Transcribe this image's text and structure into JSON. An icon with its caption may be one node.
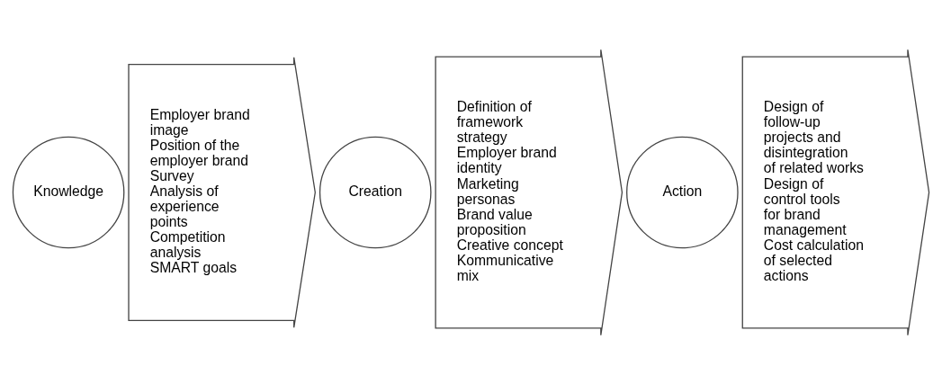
{
  "diagram": {
    "nodes": [
      {
        "text": [
          "Knowledge"
        ]
      },
      {
        "text": [
          "Employer brand image",
          "Position of the employer brand",
          "Survey",
          "Analysis of experience points",
          "Competition analysis",
          "SMART goals"
        ]
      },
      {
        "text": [
          "Creation"
        ]
      },
      {
        "text": [
          "Definition of framework strategy",
          "Employer brand identity",
          "Marketing personas",
          "Brand value proposition",
          "Creative concept",
          "Kommunicative mix"
        ]
      },
      {
        "text": [
          "Action"
        ]
      },
      {
        "text": [
          "Design of follow-up projects and disintegration of related works",
          "Design of control tools for brand management",
          "Cost calculation of selected actions"
        ]
      }
    ]
  }
}
